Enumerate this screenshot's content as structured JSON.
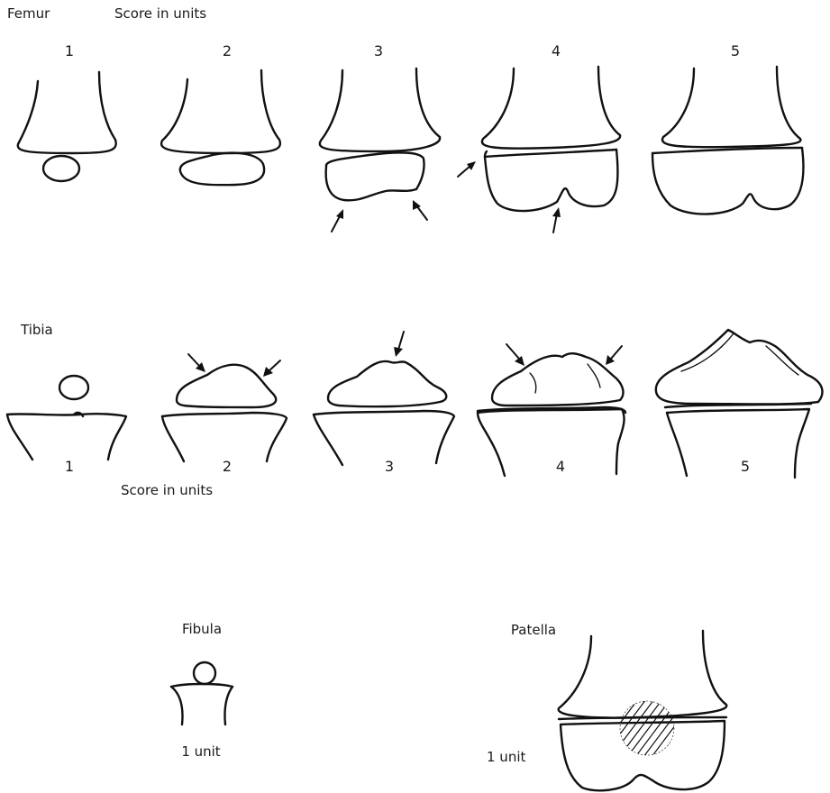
{
  "femur": {
    "title": "Femur",
    "score_label": "Score in units",
    "stages": [
      "1",
      "2",
      "3",
      "4",
      "5"
    ]
  },
  "tibia": {
    "title": "Tibia",
    "score_label": "Score in units",
    "stages": [
      "1",
      "2",
      "3",
      "4",
      "5"
    ]
  },
  "fibula": {
    "title": "Fibula",
    "unit": "1 unit"
  },
  "patella": {
    "title": "Patella",
    "unit": "1 unit"
  }
}
